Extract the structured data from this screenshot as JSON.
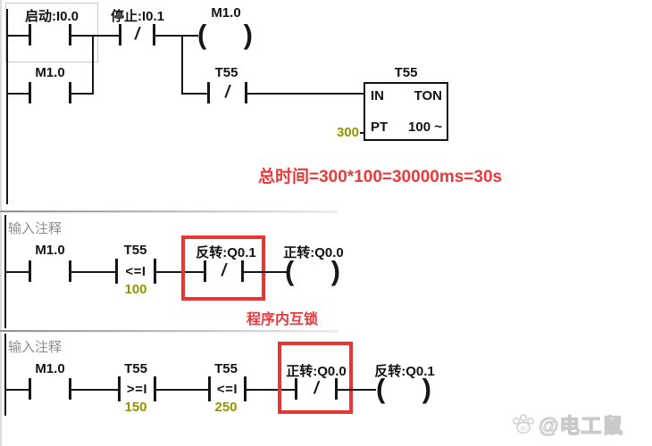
{
  "symbols": {
    "nc_slash": "/",
    "coil_open": "(",
    "coil_close": ")"
  },
  "colors": {
    "annotation_red": "#ea3a3c",
    "operand_olive": "#949400",
    "comment_gray": "#8d8d8d",
    "selection_gray": "#cbcbcb"
  },
  "annotations": {
    "timer_total": "总时间=300*100=30000ms=30s",
    "interlock": "程序内互锁"
  },
  "watermark": {
    "text": "@电工鼠"
  },
  "net1": {
    "start_label": "启动:I0.0",
    "stop_label": "停止:I0.1",
    "coil_label": "M1.0",
    "branch_label": "M1.0",
    "timer_contact_label": "T55",
    "timer": {
      "title": "T55",
      "in": "IN",
      "type": "TON",
      "pt": "PT",
      "preset": "300",
      "base": "100 ~"
    }
  },
  "net2": {
    "comment": "输入注释",
    "m_label": "M1.0",
    "cmp_label": "T55",
    "cmp_op": "<=I",
    "cmp_value": "100",
    "nc_label": "反转:Q0.1",
    "coil_label": "正转:Q0.0"
  },
  "net3": {
    "comment": "输入注释",
    "m_label": "M1.0",
    "cmp1_label": "T55",
    "cmp1_op": ">=I",
    "cmp1_value": "150",
    "cmp2_label": "T55",
    "cmp2_op": "<=I",
    "cmp2_value": "250",
    "nc_label": "正转:Q0.0",
    "coil_label": "反转:Q0.1"
  }
}
